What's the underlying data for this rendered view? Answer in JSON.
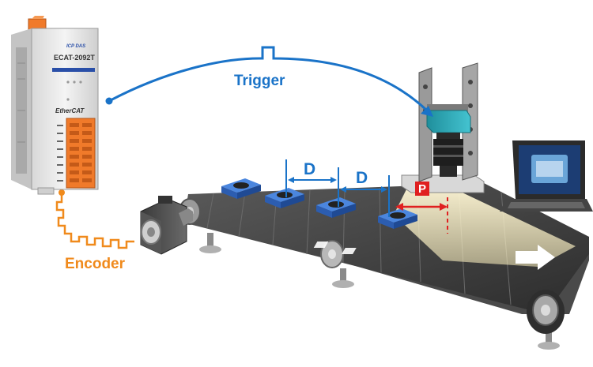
{
  "labels": {
    "trigger": "Trigger",
    "encoder": "Encoder",
    "distance_1": "D",
    "distance_2": "D",
    "position": "P"
  },
  "device": {
    "model": "ECAT-2092T",
    "brand": "ICP DAS",
    "bus": "EtherCAT"
  },
  "colors": {
    "trigger_line": "#1a73c8",
    "encoder_line": "#f08a1c",
    "position_marker": "#e02020",
    "camera": "#2aa7b5",
    "belt": "#3a3a3a",
    "terminal_block": "#f07a2a",
    "workpiece": "#3a78d8"
  },
  "icons": [
    "encoder-motor-icon",
    "camera-icon",
    "laptop-icon",
    "conveyor-icon",
    "workpiece-icon"
  ]
}
